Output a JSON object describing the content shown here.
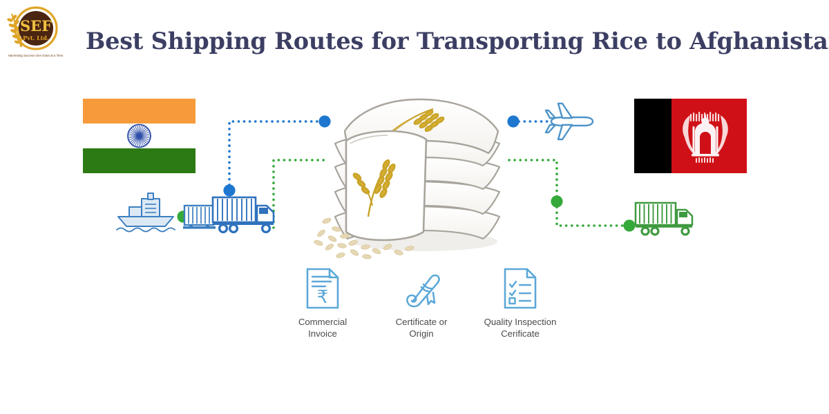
{
  "header": {
    "title": "Best Shipping Routes for Transporting Rice to Afghanistan",
    "title_color": "#3c3f63"
  },
  "logo": {
    "name": "SEF",
    "initials": "SEF",
    "suffix": "Pvt. Ltd.",
    "tagline": "Harvesting Success One Grain at a Time.",
    "ring_color": "#e0a526",
    "disc_color": "#4a2511",
    "text_color": "#f0c040",
    "wheat_color": "#e0a526"
  },
  "flags": {
    "origin": {
      "label": "India",
      "bands": [
        "#f79a3b",
        "#ffffff",
        "#2c7a13"
      ],
      "emblem": "ashoka-chakra",
      "emblem_color": "#2d4ea8"
    },
    "destination": {
      "label": "Afghanistan",
      "bands": [
        "#000000",
        "#cf1117"
      ],
      "emblem": "afghanistan-national-emblem",
      "emblem_color": "#ffffff"
    }
  },
  "transport": {
    "ship": {
      "label": "Cargo Ship",
      "color": "#3c7fc0"
    },
    "container": {
      "label": "Shipping Container",
      "color": "#3c7fc0"
    },
    "truck_origin": {
      "label": "Container Truck",
      "color": "#2f72bd"
    },
    "airplane": {
      "label": "Cargo Airplane",
      "color": "#4d93c9"
    },
    "truck_destination": {
      "label": "Container Truck",
      "color": "#3f9a3f"
    }
  },
  "cargo": {
    "label": "Rice Sacks",
    "sack_count": 5,
    "grain_color": "#e6d8b4",
    "wheat_color": "#c9a227",
    "sack_color": "#ffffff",
    "sack_outline": "#a8a49c"
  },
  "routes": [
    {
      "name": "sea-road-route",
      "color": "#1f77d0",
      "style": "dotted",
      "endpoints": 2
    },
    {
      "name": "air-road-route",
      "color": "#35a93a",
      "style": "dotted",
      "endpoints": 2
    }
  ],
  "documents": [
    {
      "icon": "invoice-document-icon",
      "label": "Commercial\nInvoice",
      "currency_symbol": "₹",
      "color": "#5ba7d8"
    },
    {
      "icon": "certificate-scroll-icon",
      "label": "Certificate or\nOrigin",
      "color": "#5ba7d8"
    },
    {
      "icon": "checklist-document-icon",
      "label": "Quality Inspection\nCerificate",
      "color": "#5ba7d8"
    }
  ]
}
